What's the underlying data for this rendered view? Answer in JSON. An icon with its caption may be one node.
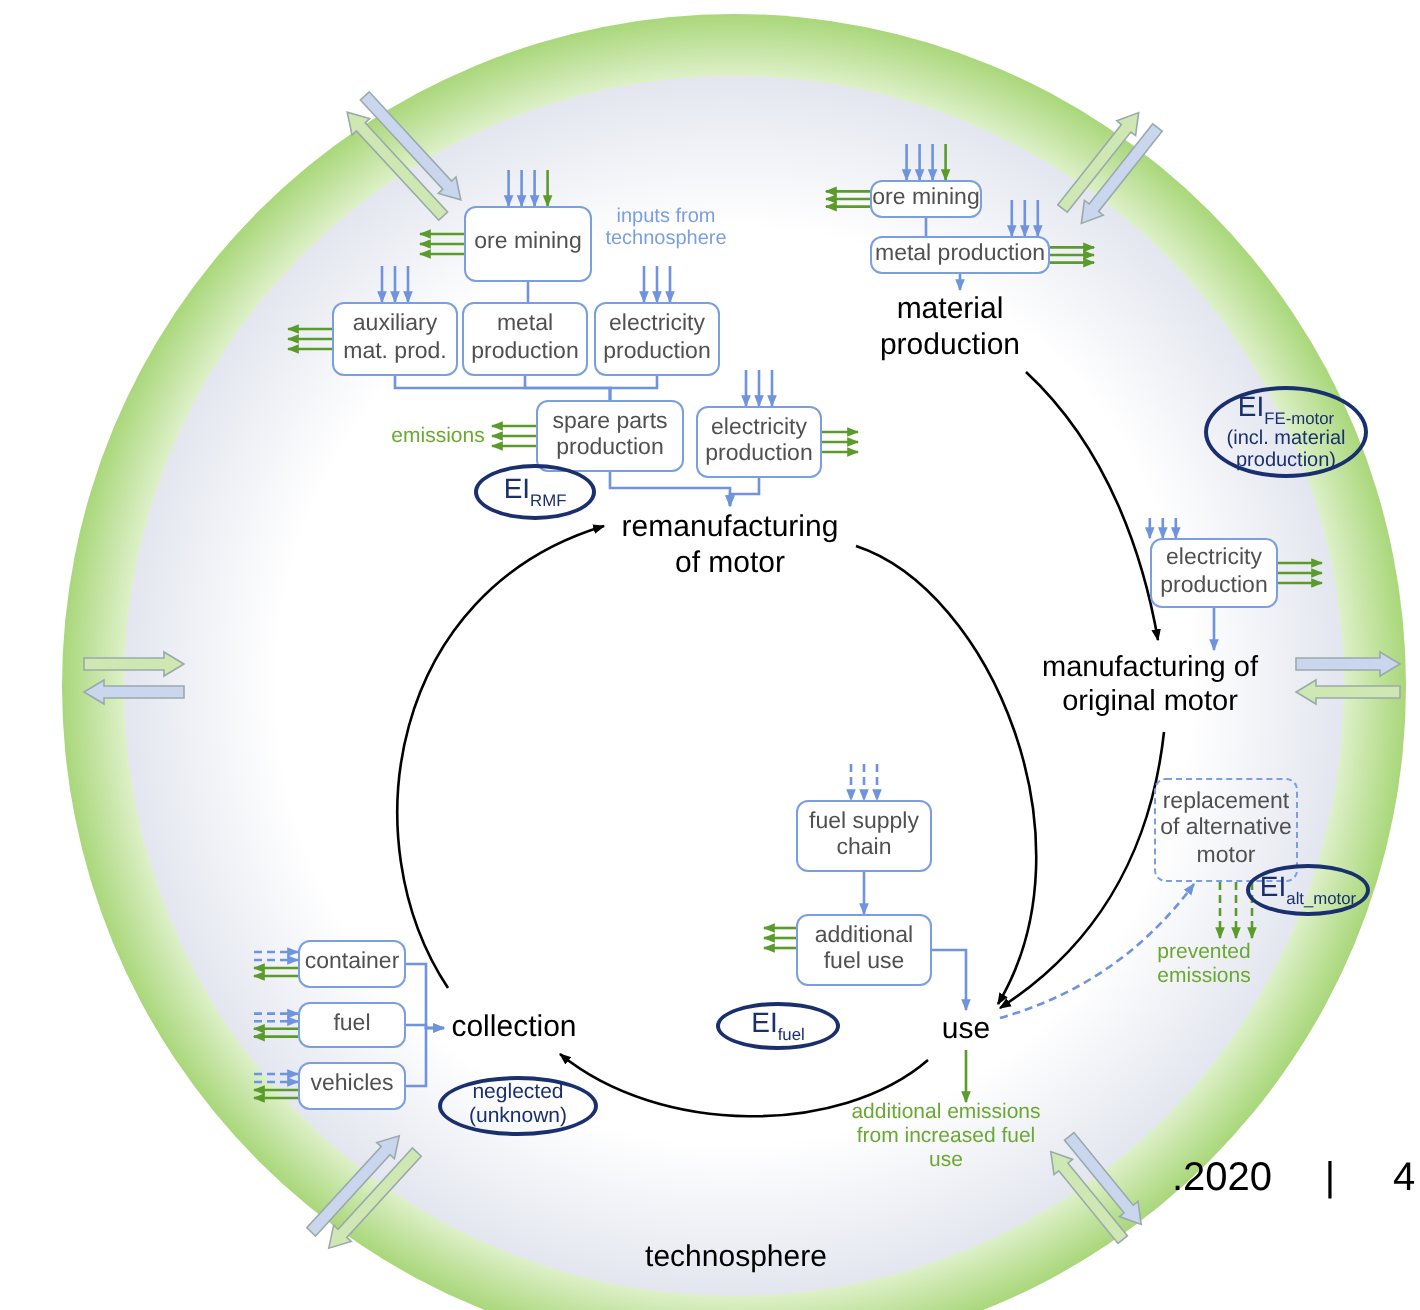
{
  "diagram": {
    "nodes": [
      {
        "text": [
          "ore mining"
        ]
      },
      {
        "text": [
          "auxiliary mat. prod."
        ]
      },
      {
        "text": [
          "metal production"
        ]
      },
      {
        "text": [
          "electricity production"
        ]
      },
      {
        "text": [
          "spare parts production"
        ]
      },
      {
        "text": [
          "electricity production"
        ]
      },
      {
        "text": [
          "EI$_{RMF}$"
        ]
      },
      {
        "text": [
          "remanufacturing of motor"
        ]
      },
      {
        "text": [
          "emissions"
        ]
      },
      {
        "text": [
          "ore mining"
        ]
      },
      {
        "text": [
          "metal production"
        ]
      },
      {
        "text": [
          "material production"
        ]
      },
      {
        "text": [
          "EI$_{FE-motor}$",
          "(incl. material production)"
        ]
      },
      {
        "text": [
          "electricity production"
        ]
      },
      {
        "text": [
          "manufacturing of original motor"
        ]
      },
      {
        "text": [
          "fuel supply chain"
        ]
      },
      {
        "text": [
          "additional fuel use"
        ]
      },
      {
        "text": [
          "EI$_{fuel}$"
        ]
      },
      {
        "text": [
          "use"
        ]
      },
      {
        "text": [
          "additional emissions from increased fuel use"
        ]
      },
      {
        "text": [
          "replacement of alternative motor"
        ]
      },
      {
        "text": [
          "EI$_{alt_motor}$"
        ]
      },
      {
        "text": [
          "prevented emissions"
        ]
      },
      {
        "text": [
          "container"
        ]
      },
      {
        "text": [
          "fuel"
        ]
      },
      {
        "text": [
          "vehicles"
        ]
      },
      {
        "text": [
          "collection"
        ]
      },
      {
        "text": [
          "neglected (unknown)"
        ]
      }
    ],
    "edges": [
      {
        "from": null,
        "to": 0,
        "arrow": "to",
        "color": "#6f93dc"
      },
      {
        "from": null,
        "to": 0,
        "arrow": "to",
        "color": "#6f93dc"
      },
      {
        "from": null,
        "to": 0,
        "arrow": "to",
        "color": "#6f93dc"
      },
      {
        "from": null,
        "to": 0,
        "arrow": "to",
        "color": "#5b9b2b"
      },
      {
        "from": 0,
        "to": null,
        "arrow": "to",
        "color": "#5b9b2b"
      },
      {
        "from": 0,
        "to": null,
        "arrow": "to",
        "color": "#5b9b2b"
      },
      {
        "from": 0,
        "to": null,
        "arrow": "to",
        "color": "#5b9b2b"
      },
      {
        "from": null,
        "to": 1,
        "arrow": "to",
        "color": "#6f93dc"
      },
      {
        "from": null,
        "to": 1,
        "arrow": "to",
        "color": "#6f93dc"
      },
      {
        "from": null,
        "to": 1,
        "arrow": "to",
        "color": "#6f93dc"
      },
      {
        "from": 1,
        "to": null,
        "arrow": "to",
        "color": "#5b9b2b"
      },
      {
        "from": 1,
        "to": null,
        "arrow": "to",
        "color": "#5b9b2b"
      },
      {
        "from": 1,
        "to": null,
        "arrow": "to",
        "color": "#5b9b2b"
      },
      {
        "from": null,
        "to": 3,
        "arrow": "to",
        "color": "#6f93dc"
      },
      {
        "from": null,
        "to": 3,
        "arrow": "to",
        "color": "#6f93dc"
      },
      {
        "from": null,
        "to": 3,
        "arrow": "to",
        "color": "#6f93dc"
      },
      {
        "from": 4,
        "to": 8,
        "arrow": "to",
        "color": "#5b9b2b"
      },
      {
        "from": 4,
        "to": 8,
        "arrow": "to",
        "color": "#5b9b2b"
      },
      {
        "from": 4,
        "to": 8,
        "arrow": "to",
        "color": "#5b9b2b"
      },
      {
        "from": null,
        "to": 5,
        "arrow": "to",
        "color": "#6f93dc"
      },
      {
        "from": null,
        "to": 5,
        "arrow": "to",
        "color": "#6f93dc"
      },
      {
        "from": null,
        "to": 5,
        "arrow": "to",
        "color": "#6f93dc"
      },
      {
        "from": 5,
        "to": null,
        "arrow": "to",
        "color": "#5b9b2b"
      },
      {
        "from": 5,
        "to": null,
        "arrow": "to",
        "color": "#5b9b2b"
      },
      {
        "from": 5,
        "to": null,
        "arrow": "to",
        "color": "#5b9b2b"
      },
      {
        "from": 0,
        "to": 2,
        "arrow": "none",
        "color": "#6f93dc"
      },
      {
        "from": 1,
        "to": 4,
        "arrow": "none",
        "color": "#6f93dc"
      },
      {
        "from": 2,
        "to": 4,
        "arrow": "none",
        "color": "#6f93dc"
      },
      {
        "from": 3,
        "to": 4,
        "arrow": "none",
        "color": "#6f93dc"
      },
      {
        "from": 4,
        "to": 7,
        "arrow": "to",
        "color": "#6f93dc"
      },
      {
        "from": 5,
        "to": 7,
        "arrow": "to",
        "color": "#6f93dc"
      },
      {
        "from": null,
        "to": 9,
        "arrow": "to",
        "color": "#6f93dc"
      },
      {
        "from": null,
        "to": 9,
        "arrow": "to",
        "color": "#6f93dc"
      },
      {
        "from": null,
        "to": 9,
        "arrow": "to",
        "color": "#6f93dc"
      },
      {
        "from": null,
        "to": 9,
        "arrow": "to",
        "color": "#5b9b2b"
      },
      {
        "from": 9,
        "to": null,
        "arrow": "to",
        "color": "#5b9b2b"
      },
      {
        "from": 9,
        "to": null,
        "arrow": "to",
        "color": "#5b9b2b"
      },
      {
        "from": 9,
        "to": null,
        "arrow": "to",
        "color": "#5b9b2b"
      },
      {
        "from": null,
        "to": 10,
        "arrow": "to",
        "color": "#6f93dc"
      },
      {
        "from": null,
        "to": 10,
        "arrow": "to",
        "color": "#6f93dc"
      },
      {
        "from": null,
        "to": 10,
        "arrow": "to",
        "color": "#6f93dc"
      },
      {
        "from": 10,
        "to": null,
        "arrow": "to",
        "color": "#5b9b2b"
      },
      {
        "from": 10,
        "to": null,
        "arrow": "to",
        "color": "#5b9b2b"
      },
      {
        "from": 10,
        "to": null,
        "arrow": "to",
        "color": "#5b9b2b"
      },
      {
        "from": 9,
        "to": 10,
        "arrow": "none",
        "color": "#6f93dc"
      },
      {
        "from": 10,
        "to": 11,
        "arrow": "to",
        "color": "#6f93dc"
      },
      {
        "from": null,
        "to": 13,
        "arrow": "to",
        "color": "#6f93dc"
      },
      {
        "from": null,
        "to": 13,
        "arrow": "to",
        "color": "#6f93dc"
      },
      {
        "from": null,
        "to": 13,
        "arrow": "to",
        "color": "#6f93dc"
      },
      {
        "from": 13,
        "to": null,
        "arrow": "to",
        "color": "#5b9b2b"
      },
      {
        "from": 13,
        "to": null,
        "arrow": "to",
        "color": "#5b9b2b"
      },
      {
        "from": 13,
        "to": null,
        "arrow": "to",
        "color": "#5b9b2b"
      },
      {
        "from": 13,
        "to": 14,
        "arrow": "to",
        "color": "#6f93dc"
      },
      {
        "from": null,
        "to": 15,
        "arrow": "to",
        "style": "dashed",
        "color": "#6f93dc"
      },
      {
        "from": null,
        "to": 15,
        "arrow": "to",
        "style": "dashed",
        "color": "#6f93dc"
      },
      {
        "from": null,
        "to": 15,
        "arrow": "to",
        "style": "dashed",
        "color": "#6f93dc"
      },
      {
        "from": 15,
        "to": 16,
        "arrow": "to",
        "color": "#6f93dc"
      },
      {
        "from": 16,
        "to": null,
        "arrow": "to",
        "color": "#5b9b2b"
      },
      {
        "from": 16,
        "to": null,
        "arrow": "to",
        "color": "#5b9b2b"
      },
      {
        "from": 16,
        "to": null,
        "arrow": "to",
        "color": "#5b9b2b"
      },
      {
        "from": 16,
        "to": 18,
        "arrow": "to",
        "color": "#6f93dc"
      },
      {
        "from": 18,
        "to": 19,
        "arrow": "to",
        "color": "#5b9b2b"
      },
      {
        "from": 18,
        "to": 20,
        "arrow": "to",
        "style": "dashed",
        "color": "#6f93dc"
      },
      {
        "from": 20,
        "to": 22,
        "arrow": "to",
        "style": "dashed",
        "color": "#5b9b2b"
      },
      {
        "from": 20,
        "to": 22,
        "arrow": "to",
        "style": "dashed",
        "color": "#5b9b2b"
      },
      {
        "from": 20,
        "to": 22,
        "arrow": "to",
        "style": "dashed",
        "color": "#5b9b2b"
      },
      {
        "from": null,
        "to": 23,
        "arrow": "to",
        "style": "dashed",
        "color": "#6f93dc"
      },
      {
        "from": null,
        "to": 23,
        "arrow": "to",
        "style": "dashed",
        "color": "#6f93dc"
      },
      {
        "from": 23,
        "to": null,
        "arrow": "to",
        "color": "#5b9b2b"
      },
      {
        "from": 23,
        "to": null,
        "arrow": "to",
        "color": "#5b9b2b"
      },
      {
        "from": null,
        "to": 24,
        "arrow": "to",
        "style": "dashed",
        "color": "#6f93dc"
      },
      {
        "from": null,
        "to": 24,
        "arrow": "to",
        "style": "dashed",
        "color": "#6f93dc"
      },
      {
        "from": 24,
        "to": null,
        "arrow": "to",
        "color": "#5b9b2b"
      },
      {
        "from": 24,
        "to": null,
        "arrow": "to",
        "color": "#5b9b2b"
      },
      {
        "from": null,
        "to": 25,
        "arrow": "to",
        "style": "dashed",
        "color": "#6f93dc"
      },
      {
        "from": null,
        "to": 25,
        "arrow": "to",
        "style": "dashed",
        "color": "#6f93dc"
      },
      {
        "from": 25,
        "to": null,
        "arrow": "to",
        "color": "#5b9b2b"
      },
      {
        "from": 25,
        "to": null,
        "arrow": "to",
        "color": "#5b9b2b"
      },
      {
        "from": 23,
        "to": 26,
        "arrow": "to",
        "color": "#6f93dc"
      },
      {
        "from": 24,
        "to": 26,
        "arrow": "to",
        "color": "#6f93dc"
      },
      {
        "from": 25,
        "to": 26,
        "arrow": "to",
        "color": "#6f93dc"
      },
      {
        "from": 11,
        "to": 14,
        "arrow": "to",
        "color": "#000000"
      },
      {
        "from": 14,
        "to": 18,
        "arrow": "to",
        "color": "#000000"
      },
      {
        "from": 7,
        "to": 18,
        "arrow": "to",
        "color": "#000000"
      },
      {
        "from": 18,
        "to": 26,
        "arrow": "to",
        "color": "#000000"
      },
      {
        "from": 26,
        "to": 7,
        "arrow": "to",
        "color": "#000000"
      }
    ],
    "labels": [
      "inputs from technosphere",
      "technosphere",
      ".2020",
      "|",
      "4"
    ]
  }
}
